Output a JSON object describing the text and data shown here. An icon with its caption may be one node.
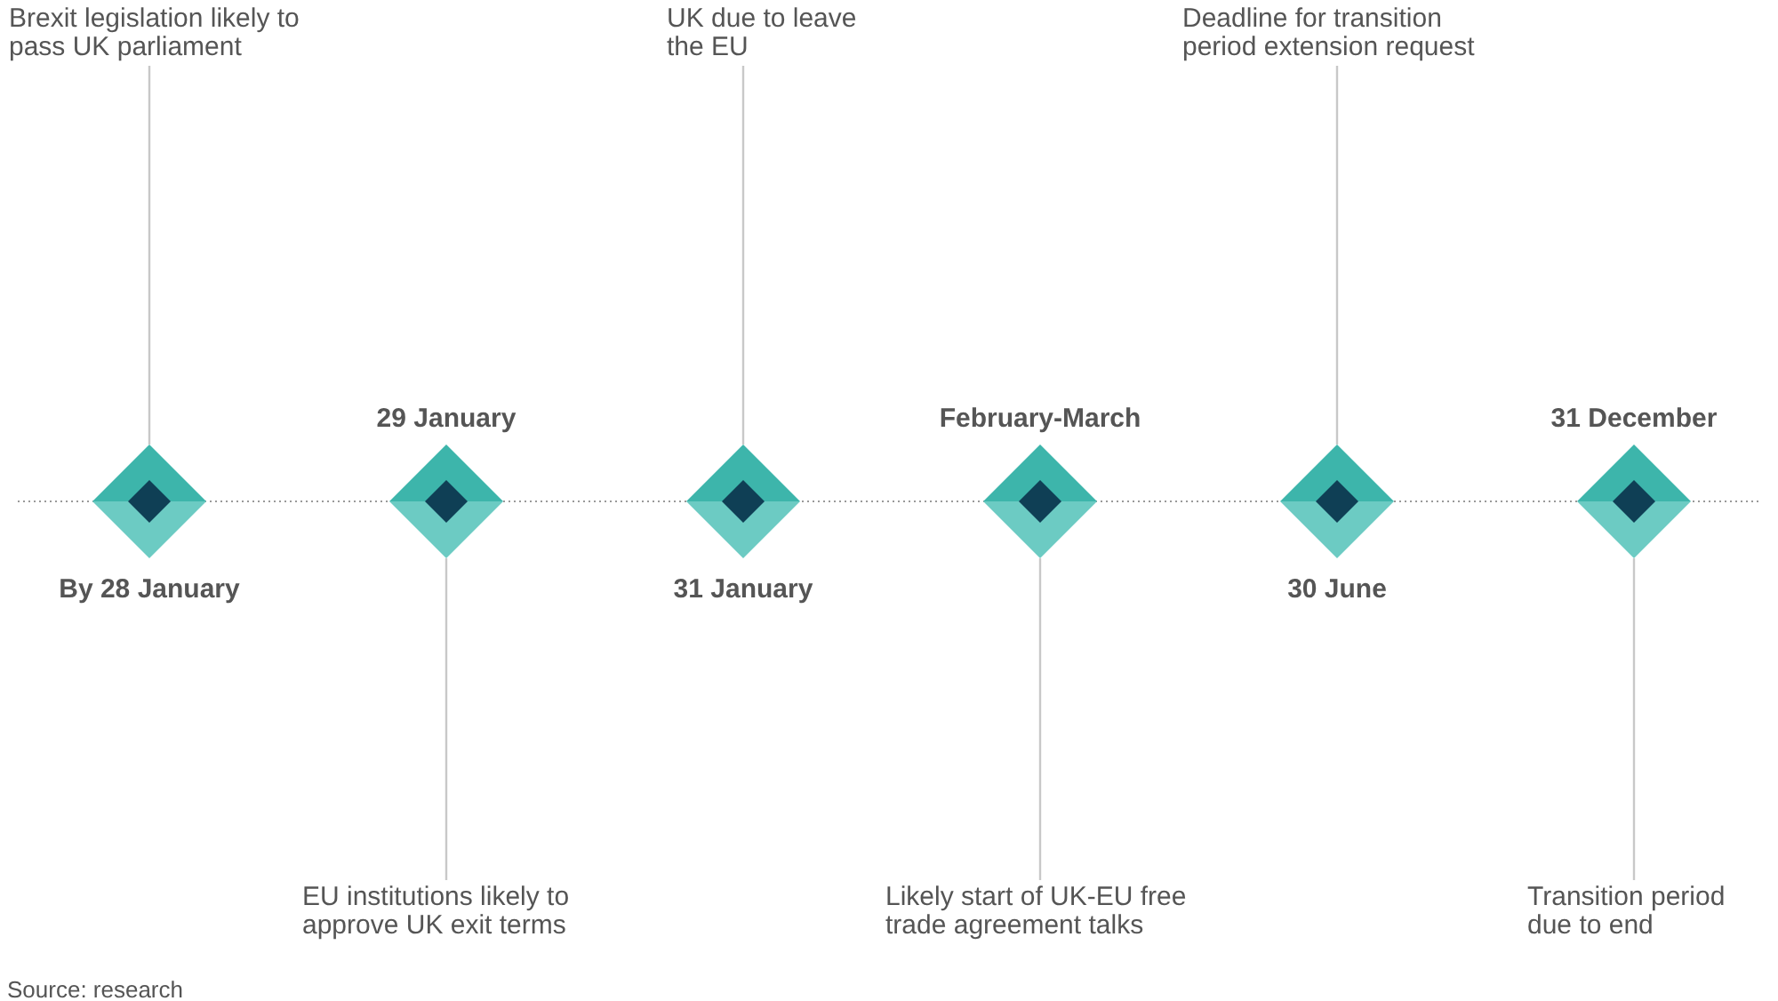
{
  "diagram": {
    "caption": "Source: research",
    "nodes": [
      {
        "text": [],
        "shape": "diamond",
        "beside": [
          "By 28 January"
        ]
      },
      {
        "text": [],
        "shape": "diamond",
        "beside": [
          "29 January"
        ]
      },
      {
        "text": [],
        "shape": "diamond",
        "beside": [
          "31 January"
        ]
      },
      {
        "text": [],
        "shape": "diamond",
        "beside": [
          "February-March"
        ]
      },
      {
        "text": [],
        "shape": "diamond",
        "beside": [
          "30 June"
        ]
      },
      {
        "text": [],
        "shape": "diamond",
        "beside": [
          "31 December"
        ]
      },
      {
        "text": [
          "Brexit legislation likely to pass UK parliament"
        ]
      },
      {
        "text": [
          "EU institutions likely to approve UK exit terms"
        ]
      },
      {
        "text": [
          "UK due to leave the EU"
        ]
      },
      {
        "text": [
          "Likely start of UK-EU free trade agreement talks"
        ]
      },
      {
        "text": [
          "Deadline for transition period extension request"
        ]
      },
      {
        "text": [
          "Transition period due to end"
        ]
      }
    ],
    "edges": [
      {
        "from": 6,
        "to": 0,
        "arrow": "none"
      },
      {
        "from": 7,
        "to": 1,
        "arrow": "none"
      },
      {
        "from": 8,
        "to": 2,
        "arrow": "none"
      },
      {
        "from": 9,
        "to": 3,
        "arrow": "none"
      },
      {
        "from": 10,
        "to": 4,
        "arrow": "none"
      },
      {
        "from": 11,
        "to": 5,
        "arrow": "none"
      }
    ]
  }
}
